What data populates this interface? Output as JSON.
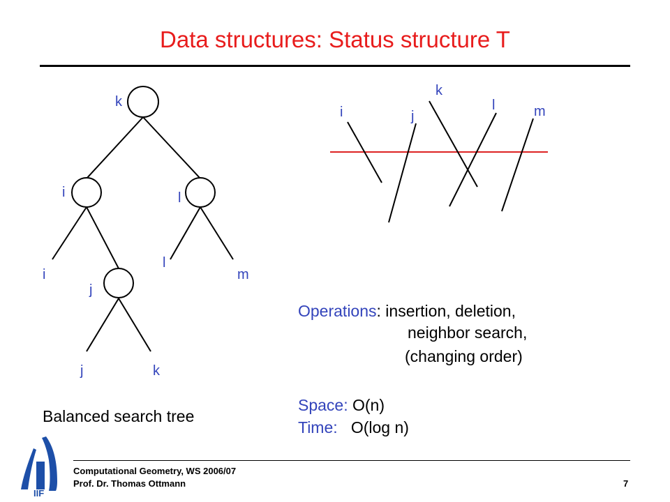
{
  "title": "Data structures: Status structure T",
  "tree": {
    "caption": "Balanced search tree",
    "nodes": {
      "root": "k",
      "left": "i",
      "right": "l",
      "mid": "j"
    },
    "leaves": {
      "i": "i",
      "l": "l",
      "m": "m",
      "j": "j",
      "k": "k"
    }
  },
  "segments": {
    "labels": [
      "i",
      "j",
      "k",
      "l",
      "m"
    ],
    "sweep_line_color": "#dd2222"
  },
  "operations": {
    "label": "Operations",
    "line1": ": insertion, deletion,",
    "line2": "neighbor search,",
    "line3": "(changing order)"
  },
  "space": {
    "label": "Space:",
    "value": "O(n)"
  },
  "time": {
    "label": "Time:",
    "value": "O(log n)"
  },
  "footer": {
    "course": "Computational Geometry, WS 2006/07",
    "author": "Prof. Dr. Thomas Ottmann",
    "page": "7",
    "logo_text": "IIF"
  },
  "colors": {
    "title": "#e81c1c",
    "label": "#3344bb",
    "logo": "#1d4fa8"
  }
}
